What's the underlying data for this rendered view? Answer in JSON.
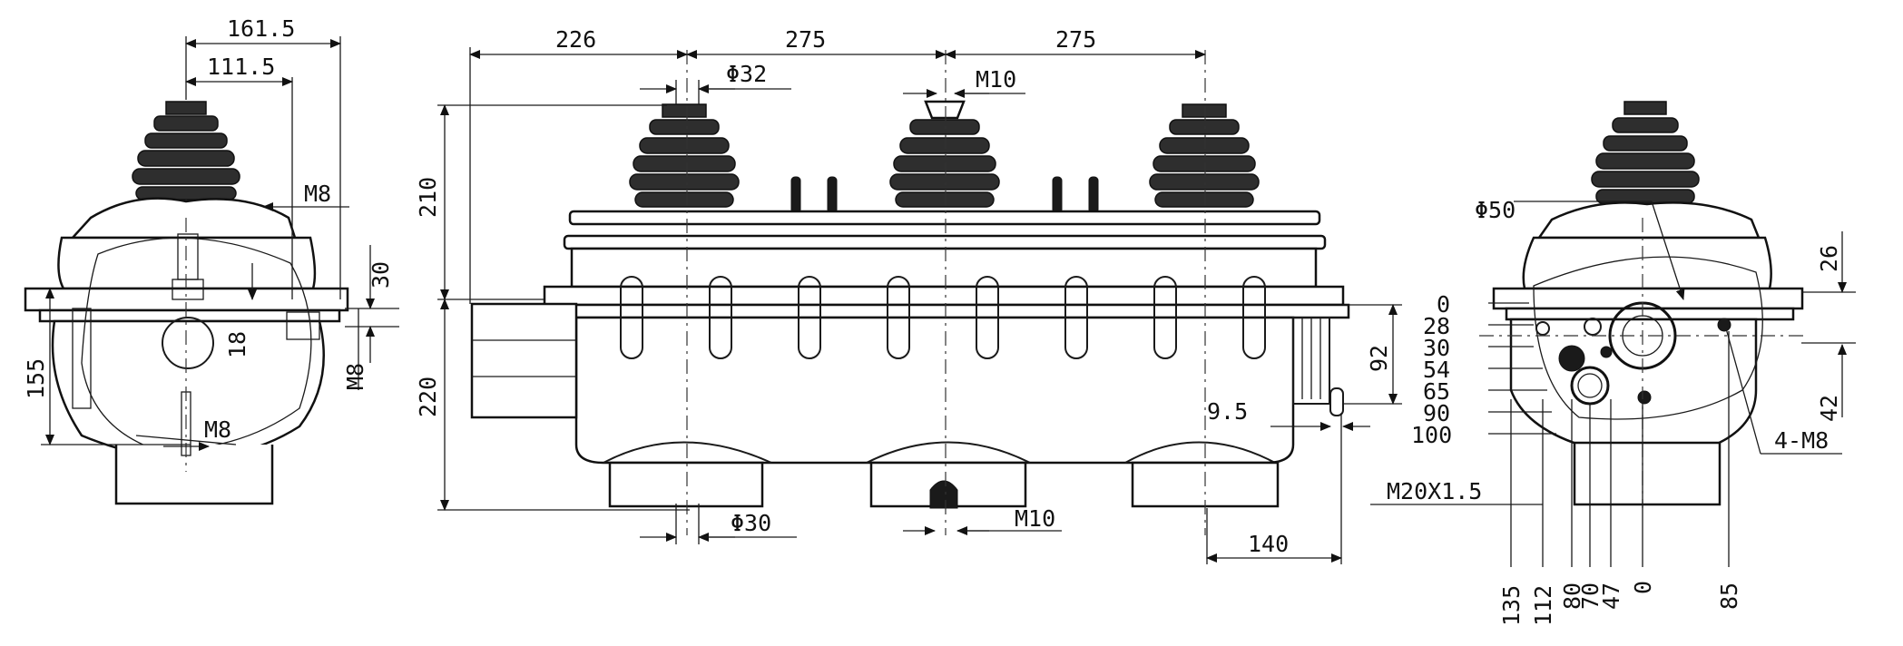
{
  "left_view": {
    "dims": [
      "161.5",
      "111.5",
      "M8",
      "30",
      "18",
      "M8",
      "155",
      "M8"
    ]
  },
  "front_view": {
    "dims": [
      "226",
      "275",
      "275",
      "Φ32",
      "M10",
      "210",
      "220",
      "92",
      "9.5",
      "Φ30",
      "M10",
      "140"
    ]
  },
  "right_view": {
    "dims_left": [
      "0",
      "28",
      "30",
      "54",
      "65",
      "90",
      "100",
      "M20X1.5"
    ],
    "dims_phi": "Φ50",
    "dims_right": [
      "26",
      "42"
    ],
    "dims_4m8": "4-M8",
    "dims_bottom": [
      "135",
      "112",
      "80",
      "70",
      "47",
      "0",
      "85"
    ]
  }
}
